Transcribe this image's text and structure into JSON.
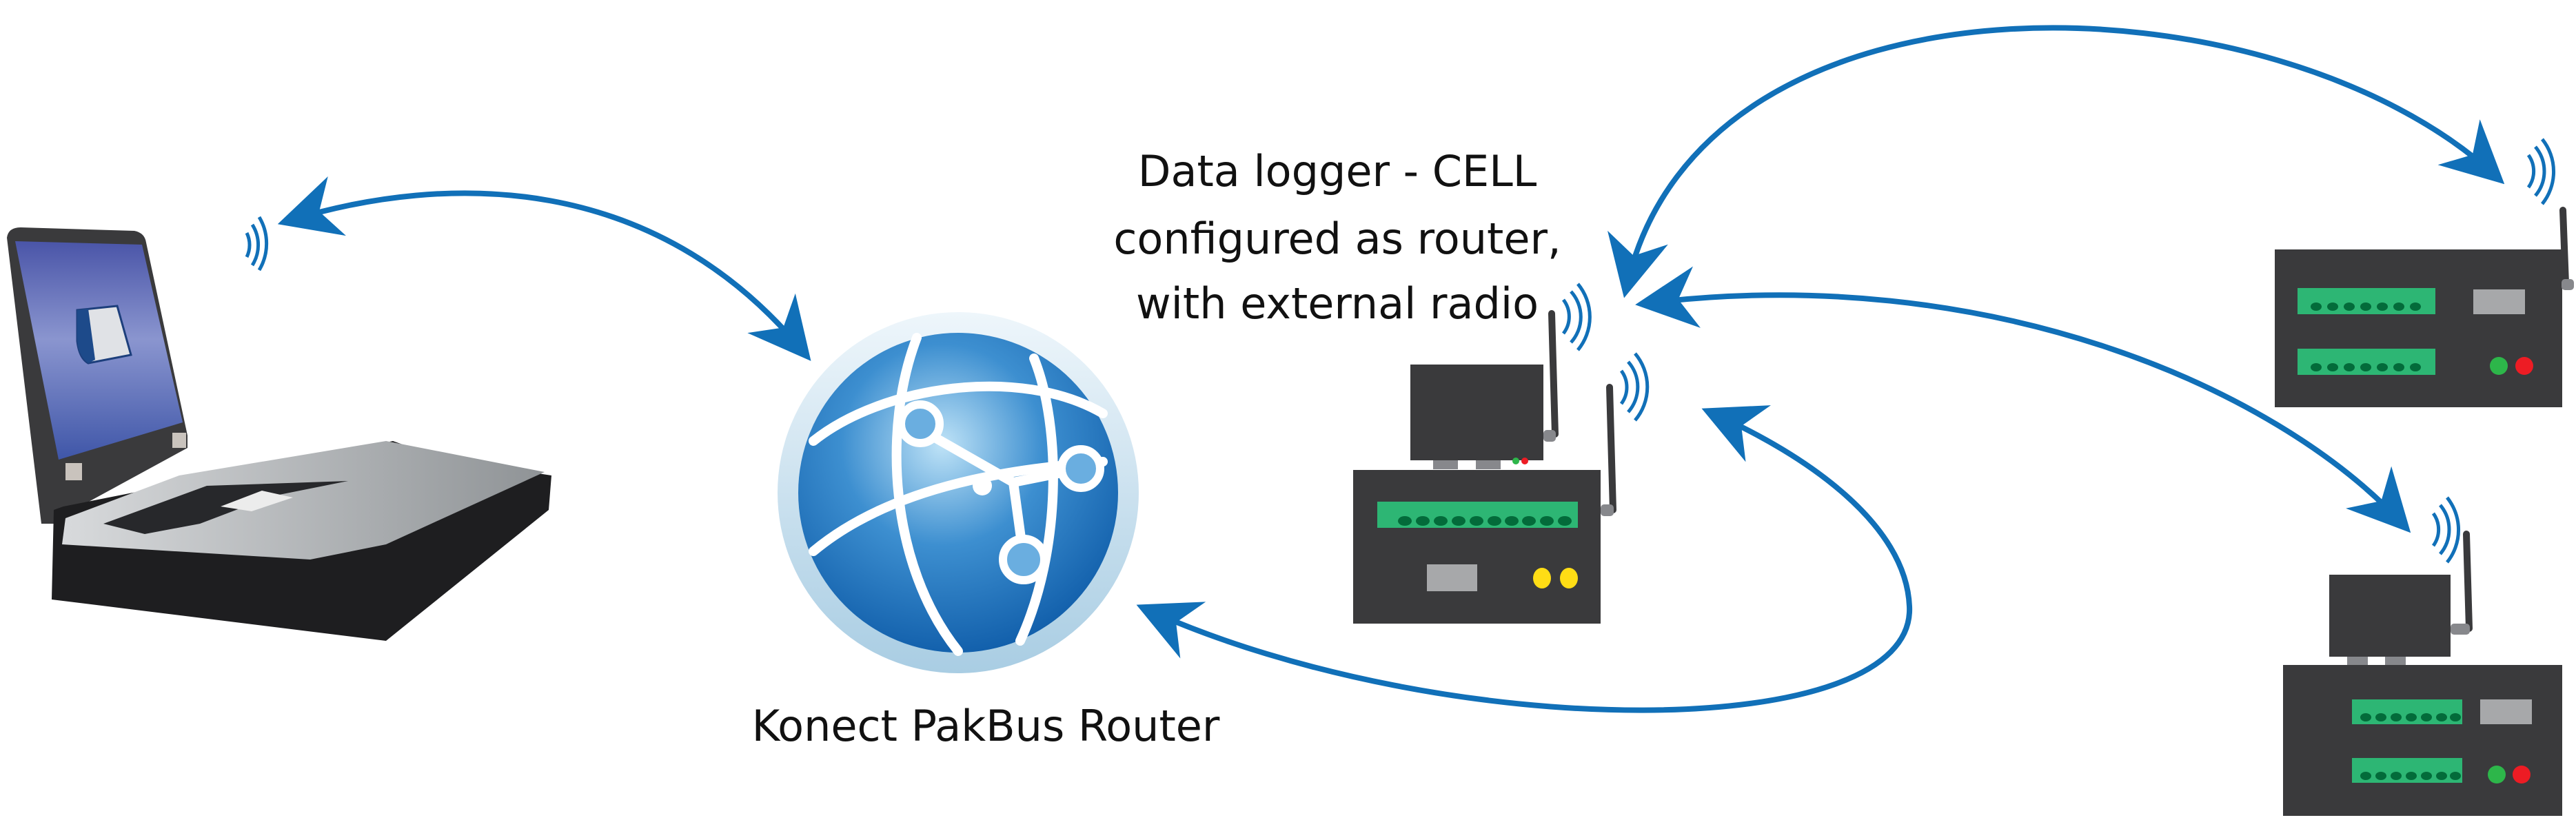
{
  "labels": {
    "router": "Konect PakBus Router",
    "logger_cell": [
      "Data logger - CELL",
      "configured as router,",
      "with external radio"
    ]
  },
  "nodes": [
    {
      "id": "laptop",
      "icon": "laptop-icon"
    },
    {
      "id": "router",
      "icon": "globe-network-icon"
    },
    {
      "id": "logger-cell",
      "icon": "datalogger-with-cell-modem-icon"
    },
    {
      "id": "logger-top-right",
      "icon": "datalogger-icon"
    },
    {
      "id": "logger-bottom-right",
      "icon": "datalogger-with-radio-icon"
    }
  ],
  "links": [
    {
      "from": "laptop",
      "to": "router"
    },
    {
      "from": "router",
      "to": "logger-cell"
    },
    {
      "from": "logger-cell",
      "to": "logger-top-right"
    },
    {
      "from": "logger-cell",
      "to": "logger-bottom-right"
    }
  ],
  "colors": {
    "arrow": "#1170b8",
    "device_body": "#3a3a3c",
    "terminal_strip": "#2db674",
    "terminal_hole": "#036b3a",
    "display": "#a7a8aa",
    "led_yellow": "#ffdd15",
    "led_green": "#2db64a",
    "led_red": "#ed1c24"
  }
}
